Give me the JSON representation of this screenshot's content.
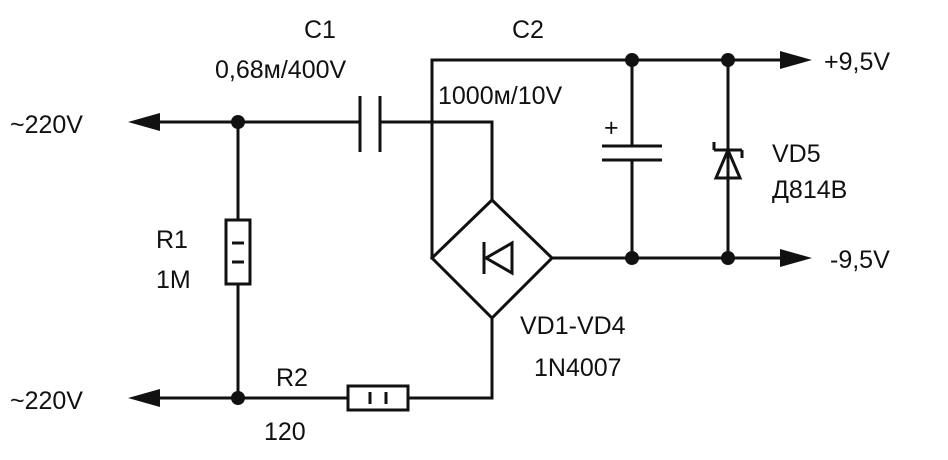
{
  "inputs": {
    "top": "~220V",
    "bottom": "~220V"
  },
  "outputs": {
    "positive": "+9,5V",
    "negative": "-9,5V"
  },
  "c1": {
    "name": "C1",
    "value": "0,68м/400V"
  },
  "c2": {
    "name": "C2",
    "value": "1000м/10V",
    "polarity": "+"
  },
  "r1": {
    "name": "R1",
    "value": "1M"
  },
  "r2": {
    "name": "R2",
    "value": "120"
  },
  "bridge": {
    "name": "VD1-VD4",
    "part": "1N4007"
  },
  "zener": {
    "name": "VD5",
    "part": "Д814В"
  }
}
